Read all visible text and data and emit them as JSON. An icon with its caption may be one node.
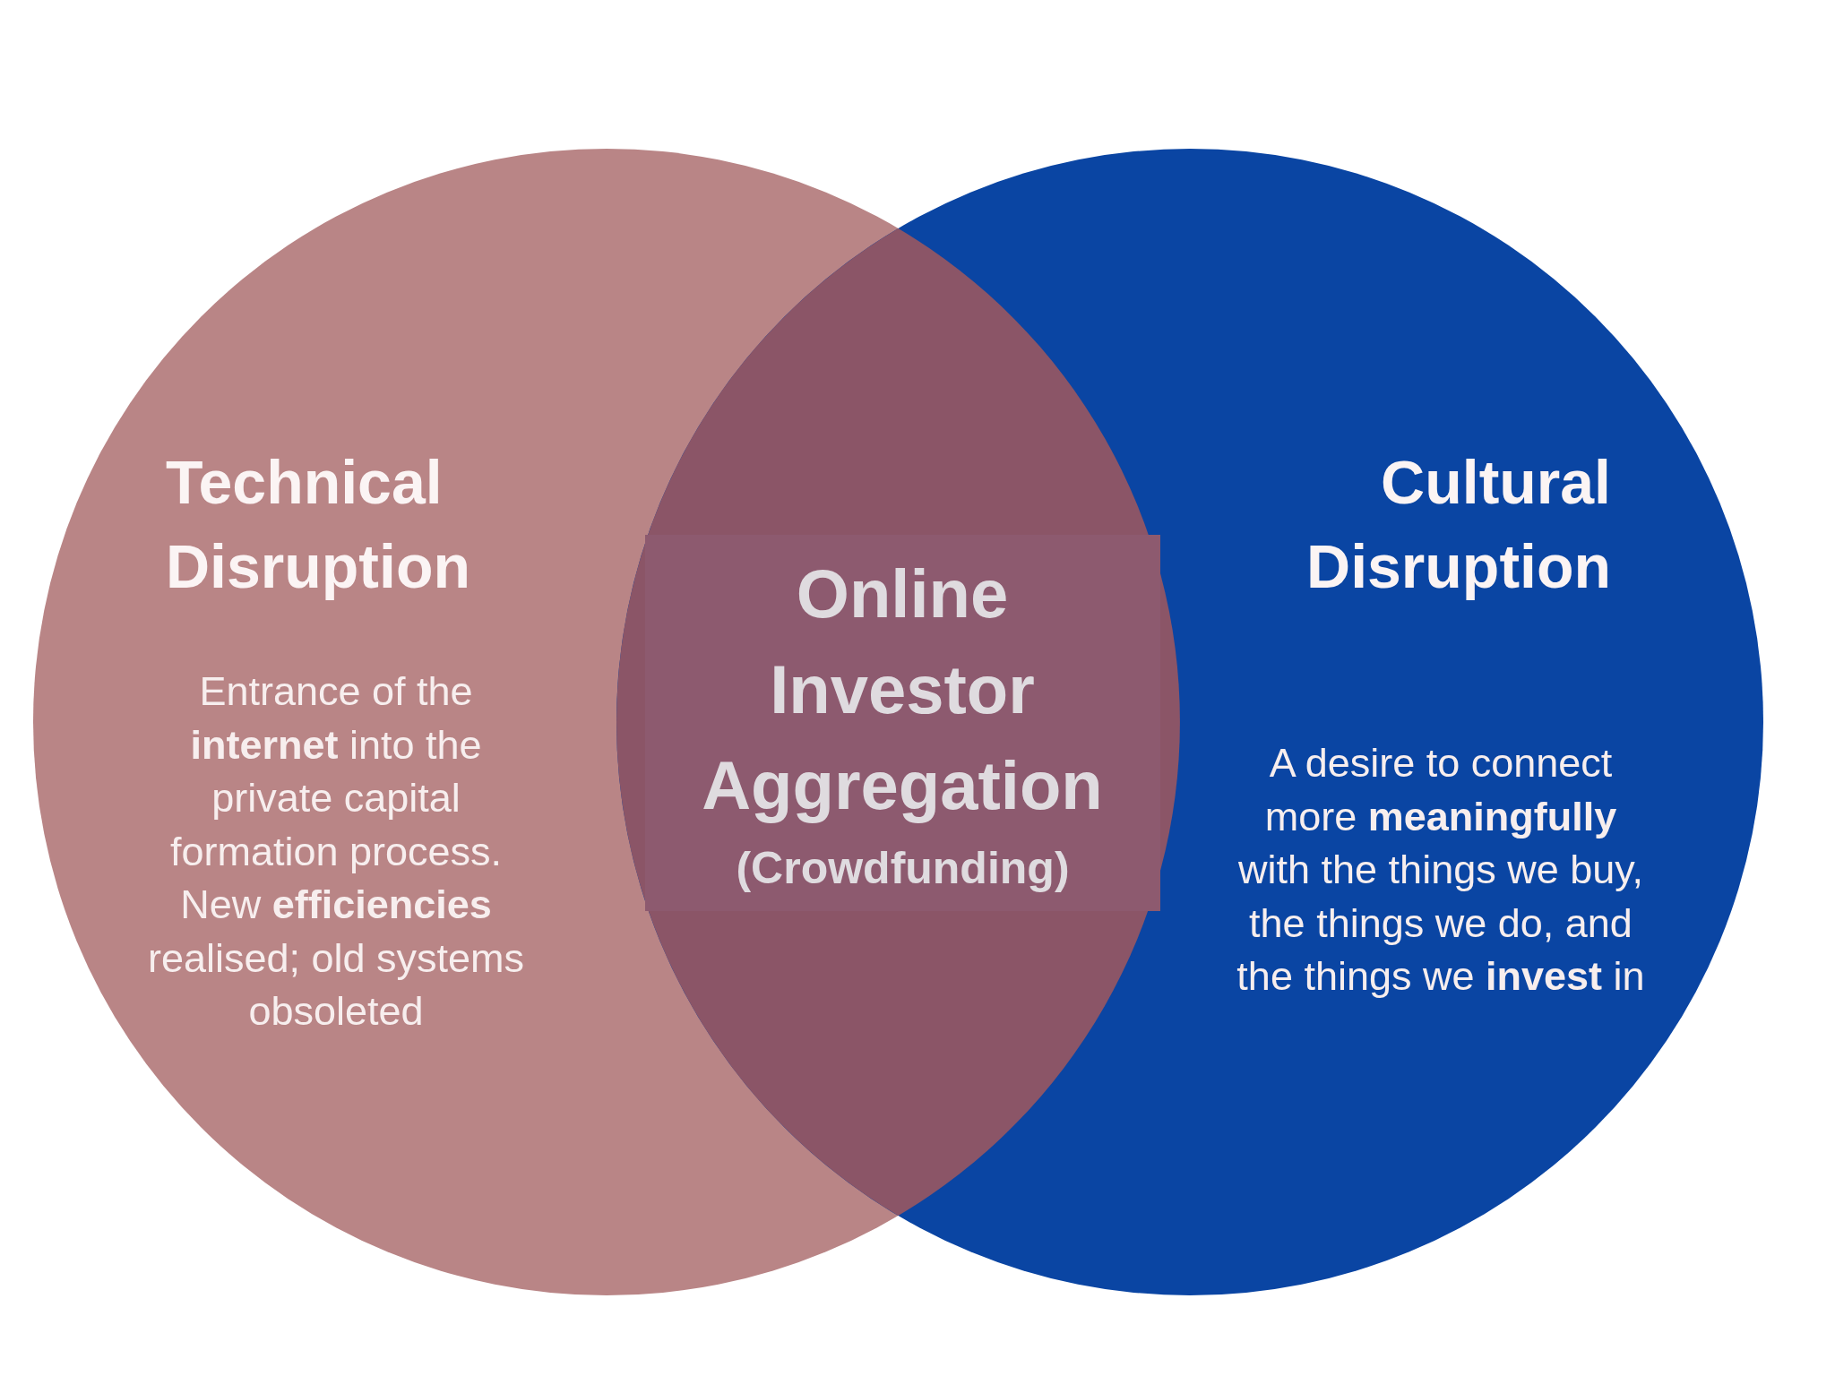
{
  "diagram": {
    "nodes": [
      {
        "text": [
          "Technical Disruption",
          "Entrance of the **internet** into the private capital formation process. New **efficiencies** realised; old systems obsoleted"
        ]
      },
      {
        "text": [
          "Online Investor Aggregation",
          "(Crowdfunding)"
        ]
      },
      {
        "text": [
          "Cultural Disruption",
          "A desire to connect more **meaningfully** with the things we buy, the things we do, and the things we **invest** in"
        ]
      }
    ]
  }
}
